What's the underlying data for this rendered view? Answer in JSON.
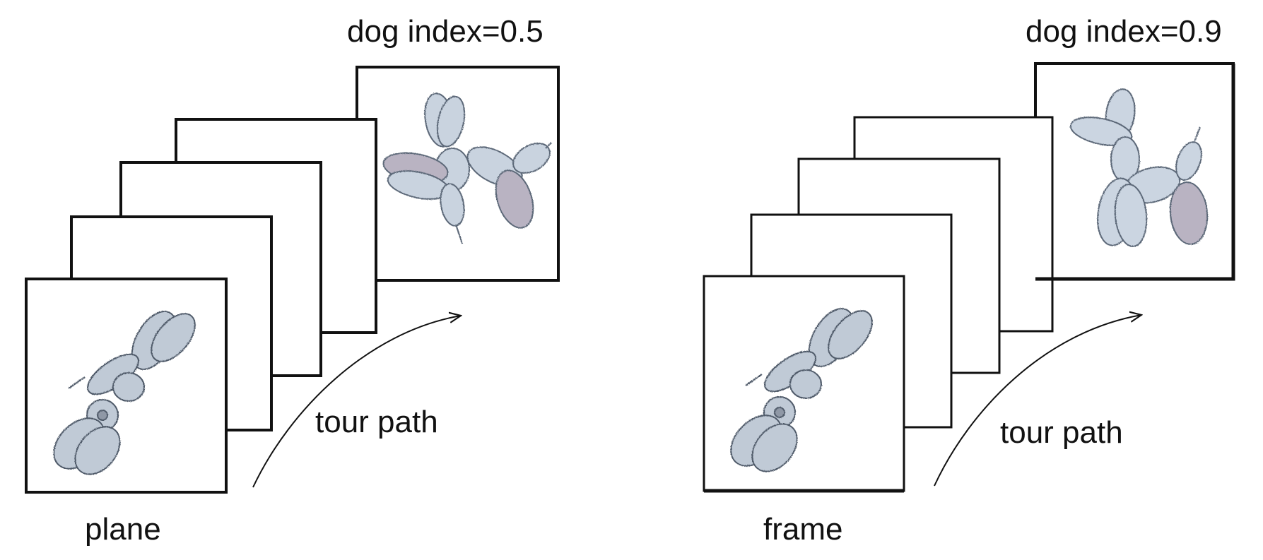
{
  "diagrams": [
    {
      "index_label": "dog index=0.5",
      "bottom_label": "plane",
      "path_label": "tour path"
    },
    {
      "index_label": "dog index=0.9",
      "bottom_label": "frame",
      "path_label": "tour path"
    }
  ],
  "colors": {
    "frame_stroke": "#111111",
    "balloon_fill": "#c9d3df",
    "balloon_stroke": "#5c6878",
    "balloon_dark": "#8f8c98"
  }
}
